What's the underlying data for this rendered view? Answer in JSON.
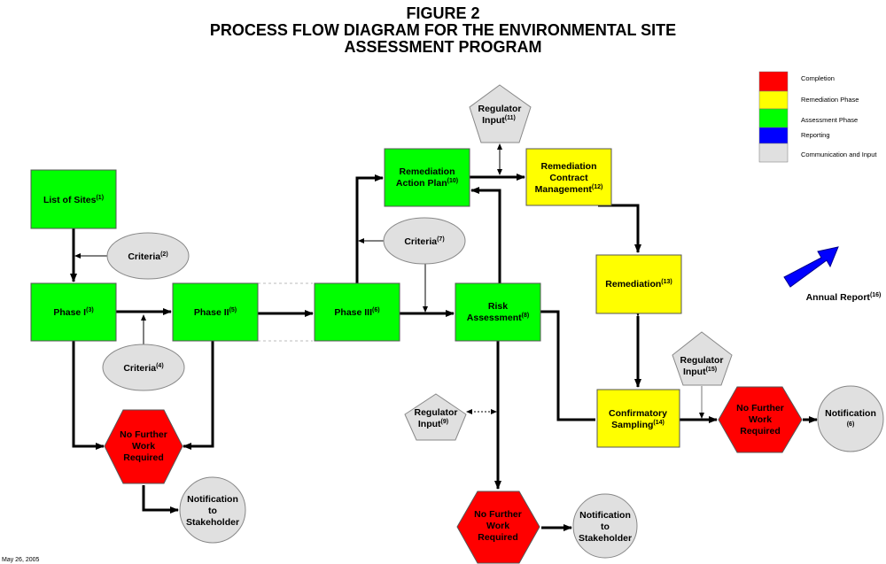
{
  "title": {
    "line1": "FIGURE 2",
    "line2": "PROCESS FLOW DIAGRAM FOR THE ENVIRONMENTAL SITE",
    "line3": "ASSESSMENT PROGRAM"
  },
  "colors": {
    "completion": "#ff0000",
    "remediation": "#ffff00",
    "assessment": "#00ff00",
    "reporting": "#0000ff",
    "communication": "#e0e0e0"
  },
  "legend": [
    {
      "label": "Completion",
      "color": "#ff0000"
    },
    {
      "label": "Remediation Phase",
      "color": "#ffff00"
    },
    {
      "label": "Assessment Phase",
      "color": "#00ff00"
    },
    {
      "label": "Reporting",
      "color": "#0000ff"
    },
    {
      "label": "Communication and Input",
      "color": "#e0e0e0"
    }
  ],
  "nodes": {
    "list_of_sites": {
      "text": "List of Sites",
      "ref": "(1)"
    },
    "criteria_2": {
      "text": "Criteria",
      "ref": "(2)"
    },
    "phase1": {
      "text": "Phase I",
      "ref": "(3)"
    },
    "criteria_4": {
      "text": "Criteria",
      "ref": "(4)"
    },
    "phase2": {
      "text": "Phase II",
      "ref": "(5)"
    },
    "phase3": {
      "text": "Phase III",
      "ref": "(6)"
    },
    "criteria_7": {
      "text": "Criteria",
      "ref": "(7)"
    },
    "risk": {
      "line1": "Risk",
      "line2": "Assessment",
      "ref": "(8)"
    },
    "regulator_9": {
      "line1": "Regulator",
      "line2": "Input",
      "ref": "(9)"
    },
    "remediation_plan": {
      "line1": "Remediation",
      "line2": "Action Plan",
      "ref": "(10)"
    },
    "regulator_11": {
      "line1": "Regulator",
      "line2": "Input",
      "ref": "(11)"
    },
    "contract_mgmt": {
      "line1": "Remediation",
      "line2": "Contract",
      "line3": "Management",
      "ref": "(12)"
    },
    "remediation": {
      "text": "Remediation",
      "ref": "(13)"
    },
    "conf_sampling": {
      "line1": "Confirmatory",
      "line2": "Sampling",
      "ref": "(14)"
    },
    "regulator_15": {
      "line1": "Regulator",
      "line2": "Input",
      "ref": "(15)"
    },
    "annual_report": {
      "text": "Annual Report",
      "ref": "(16)"
    },
    "nfw_left": {
      "line1": "No Further",
      "line2": "Work",
      "line3": "Required"
    },
    "nfw_center": {
      "line1": "No Further",
      "line2": "Work",
      "line3": "Required"
    },
    "nfw_right": {
      "line1": "No Further",
      "line2": "Work",
      "line3": "Required"
    },
    "notif_left": {
      "line1": "Notification",
      "line2": "to",
      "line3": "Stakeholder"
    },
    "notif_center": {
      "line1": "Notification",
      "line2": "to",
      "line3": "Stakeholder"
    },
    "notif_right": {
      "text": "Notification",
      "ref": "(6)"
    }
  },
  "date": "May 26, 2005"
}
